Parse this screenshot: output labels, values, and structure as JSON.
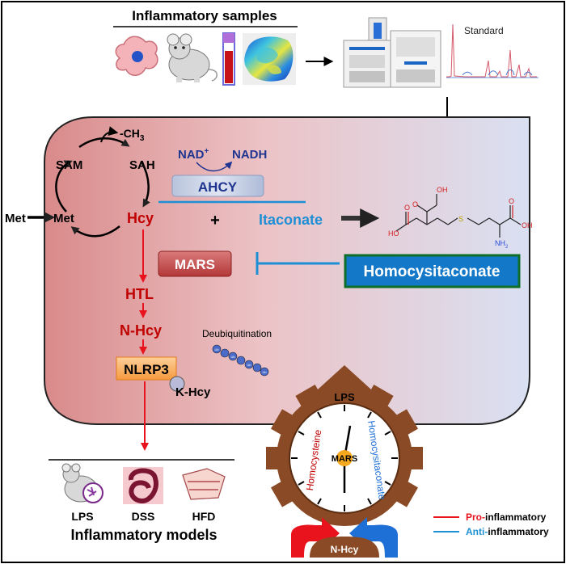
{
  "header": {
    "samples_title": "Inflammatory samples",
    "standard_label": "Standard"
  },
  "cycle": {
    "methyl_label": "-CH",
    "methyl_sub": "3",
    "sam": "SAM",
    "sah": "SAH",
    "met_outer": "Met",
    "met_inner": "Met",
    "hcy": "Hcy"
  },
  "reaction": {
    "nad": "NAD",
    "nad_sup": "+",
    "nadh": "NADH",
    "enzyme": "AHCY",
    "plus": "+",
    "itaconate": "Itaconate"
  },
  "structure": {
    "atoms": [
      "HO",
      "O",
      "OH",
      "O",
      "S",
      "O",
      "OH",
      "NH",
      "2"
    ]
  },
  "pathway": {
    "mars": "MARS",
    "htl": "HTL",
    "nhcy": "N-Hcy",
    "nlrp3": "NLRP3",
    "khcy": "K-Hcy",
    "deubiquitination": "Deubiquitination",
    "ub": "Ub",
    "product": "Homocysitaconate"
  },
  "models": {
    "lps": "LPS",
    "dss": "DSS",
    "hfd": "HFD",
    "title": "Inflammatory models"
  },
  "gear": {
    "top": "LPS",
    "center": "MARS",
    "left_word": "Homocysteine",
    "right_word": "Homocysitaconate",
    "bottom": "N-Hcy"
  },
  "legend": {
    "pro_prefix": "Pro-",
    "pro_suffix": "inflammatory",
    "anti_prefix": "Anti-",
    "anti_suffix": "inflammatory"
  },
  "colors": {
    "pro": "#e8131d",
    "anti": "#1e8fd5",
    "dark_red": "#c00000",
    "navy": "#1f3590",
    "gear_brown": "#8a4a25"
  }
}
